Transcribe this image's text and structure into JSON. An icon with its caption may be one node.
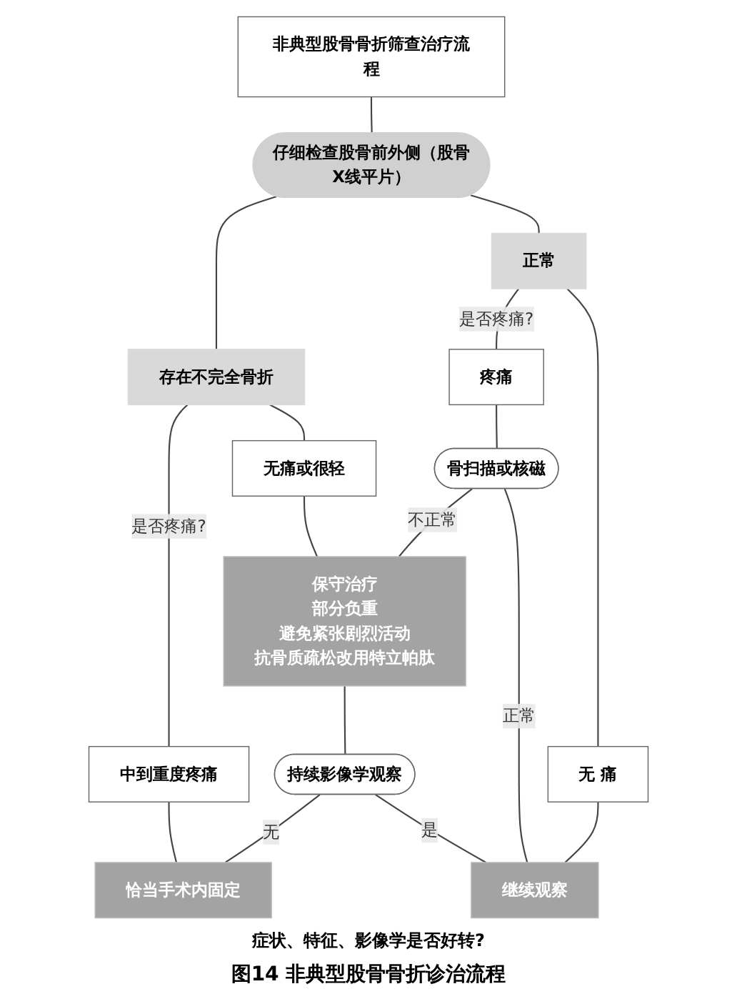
{
  "diagram": {
    "caption": "图14 非典型股骨骨折诊治流程",
    "nodes": [
      {
        "text": [
          "非典型股骨骨折筛查治疗流程"
        ]
      },
      {
        "text": [
          "仔细检查股骨前外侧（股骨X线平片）"
        ]
      },
      {
        "text": [
          "存在不完全骨折"
        ]
      },
      {
        "text": [
          "正常"
        ]
      },
      {
        "text": [
          "中到重度疼痛"
        ]
      },
      {
        "text": [
          "无痛或很轻"
        ]
      },
      {
        "text": [
          "疼痛"
        ]
      },
      {
        "text": [
          "无 痛"
        ]
      },
      {
        "text": [
          "骨扫描或核磁"
        ]
      },
      {
        "text": [
          "保守治疗",
          "部分负重",
          "避免紧张剧烈活动",
          "抗骨质疏松改用特立帕肽"
        ]
      },
      {
        "text": [
          "持续影像学观察"
        ]
      },
      {
        "text": [
          "恰当手术内固定"
        ]
      },
      {
        "text": [
          "继续观察"
        ]
      }
    ],
    "edges": [
      {
        "from": 0,
        "to": 1,
        "arrow": "none"
      },
      {
        "from": 1,
        "to": 2,
        "arrow": "none"
      },
      {
        "from": 1,
        "to": 3,
        "arrow": "none"
      },
      {
        "from": 2,
        "to": 4,
        "arrow": "none",
        "label": "是否疼痛?"
      },
      {
        "from": 2,
        "to": 5,
        "arrow": "none"
      },
      {
        "from": 3,
        "to": 6,
        "arrow": "none",
        "label": "是否疼痛?"
      },
      {
        "from": 3,
        "to": 7,
        "arrow": "none"
      },
      {
        "from": 4,
        "to": 11,
        "arrow": "none"
      },
      {
        "from": 5,
        "to": 9,
        "arrow": "none"
      },
      {
        "from": 6,
        "to": 8,
        "arrow": "none"
      },
      {
        "from": 8,
        "to": 9,
        "arrow": "none",
        "label": "不正常"
      },
      {
        "from": 8,
        "to": 12,
        "arrow": "none",
        "label": "正常"
      },
      {
        "from": 7,
        "to": 12,
        "arrow": "none"
      },
      {
        "from": 9,
        "to": 10,
        "arrow": "none"
      },
      {
        "from": 10,
        "to": 11,
        "arrow": "none",
        "label": "无"
      },
      {
        "from": 10,
        "to": 12,
        "arrow": "none",
        "label": "是"
      }
    ],
    "labels": [
      "症状、特征、影像学是否好转?"
    ]
  }
}
